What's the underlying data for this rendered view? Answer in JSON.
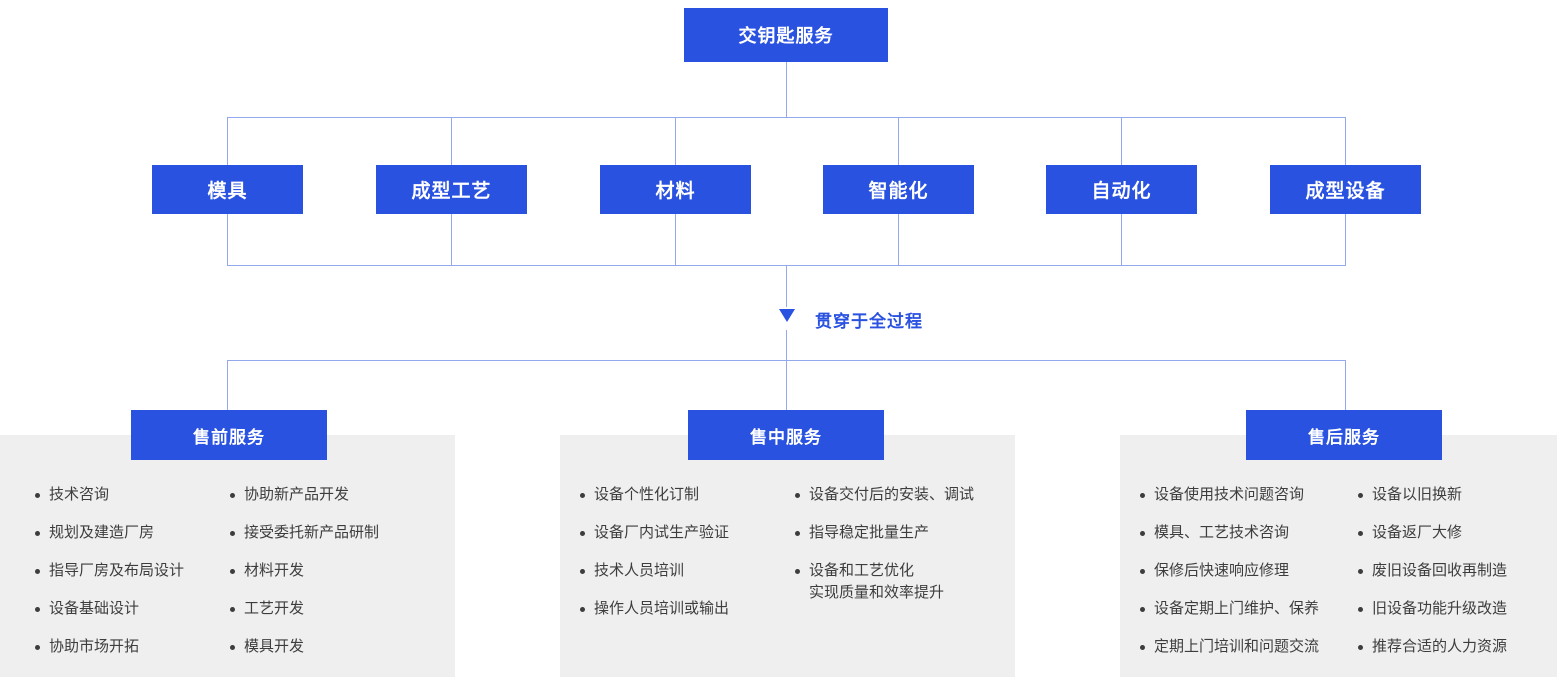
{
  "diagram": {
    "root_label": "交钥匙服务",
    "branches": [
      "模具",
      "成型工艺",
      "材料",
      "智能化",
      "自动化",
      "成型设备"
    ],
    "process_note": "贯穿于全过程",
    "sections": [
      {
        "title": "售前服务",
        "left": [
          "技术咨询",
          "规划及建造厂房",
          "指导厂房及布局设计",
          "设备基础设计",
          "协助市场开拓"
        ],
        "right": [
          "协助新产品开发",
          "接受委托新产品研制",
          "材料开发",
          "工艺开发",
          "模具开发"
        ]
      },
      {
        "title": "售中服务",
        "left": [
          "设备个性化订制",
          "设备厂内试生产验证",
          "技术人员培训",
          "操作人员培训或输出"
        ],
        "right": [
          "设备交付后的安装、调试",
          "指导稳定批量生产",
          "设备和工艺优化\n实现质量和效率提升"
        ]
      },
      {
        "title": "售后服务",
        "left": [
          "设备使用技术问题咨询",
          "模具、工艺技术咨询",
          "保修后快速响应修理",
          "设备定期上门维护、保养",
          "定期上门培训和问题交流"
        ],
        "right": [
          "设备以旧换新",
          "设备返厂大修",
          "废旧设备回收再制造",
          "旧设备功能升级改造",
          "推荐合适的人力资源"
        ]
      }
    ]
  },
  "icons": {
    "down_arrow": "▼",
    "bullet": "•"
  },
  "colors": {
    "primary": "#2a52e0",
    "connector": "#93a9ee",
    "panel": "#efefef",
    "text": "#3d3d3d"
  }
}
